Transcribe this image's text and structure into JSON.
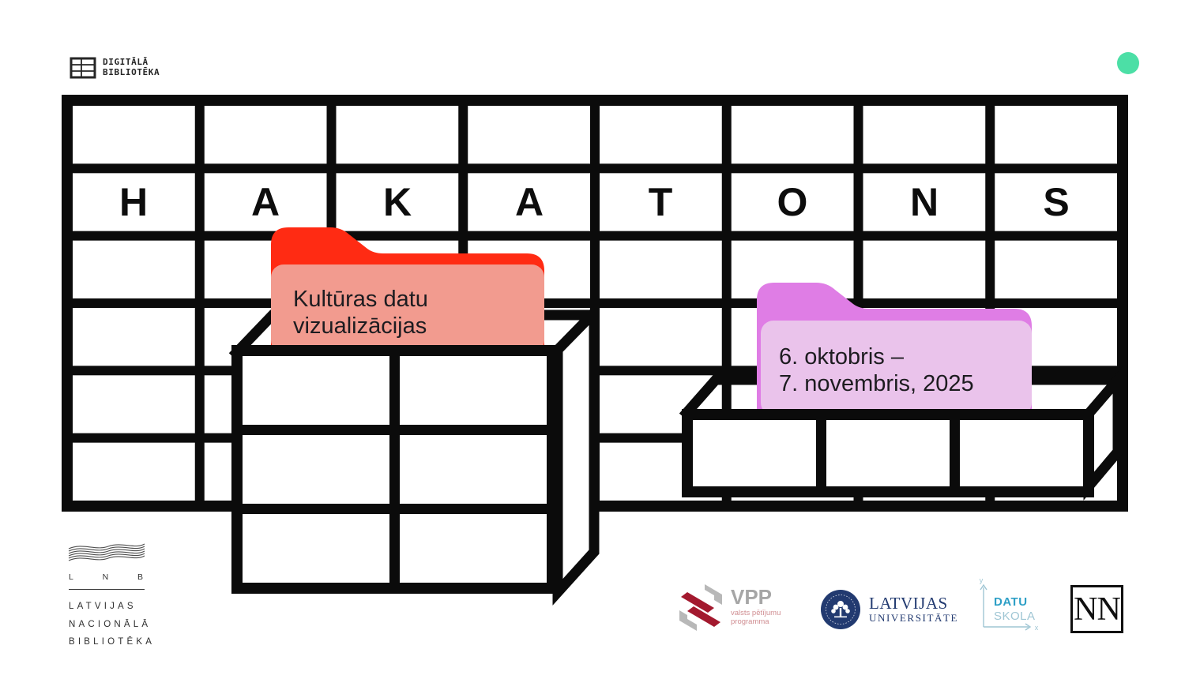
{
  "brand": {
    "logo_line1": "DIGITĀLĀ",
    "logo_line2": "BIBLIOTĒKA"
  },
  "accent": {
    "dot_color": "#4CDFA6",
    "ink": "#0b0b0b"
  },
  "title_letters": [
    "H",
    "A",
    "K",
    "A",
    "T",
    "O",
    "N",
    "S"
  ],
  "folders": {
    "red": {
      "back_color": "#FF2B13",
      "front_color": "#F29B8F",
      "line1": "Kultūras datu",
      "line2": "vizualizācijas"
    },
    "purple": {
      "back_color": "#DF7DE5",
      "front_color": "#EAC3EB",
      "line1": "6. oktobris –",
      "line2": "7. novembris, 2025"
    }
  },
  "footer": {
    "lnb": {
      "initial_l": "L",
      "initial_n": "N",
      "initial_b": "B",
      "line1": "LATVIJAS",
      "line2": "NACIONĀLĀ",
      "line3": "BIBLIOTĒKA"
    },
    "vpp": {
      "abbr": "VPP",
      "sub_line1": "valsts pētījumu",
      "sub_line2": "programma"
    },
    "lu": {
      "line1": "LATVIJAS",
      "line2": "UNIVERSITĀTE"
    },
    "datu_skola": {
      "word1": "DATU",
      "word2": "SKOLA",
      "axis_y_label": "y",
      "axis_x_label": "x"
    },
    "nn": {
      "letters": "NN"
    }
  }
}
